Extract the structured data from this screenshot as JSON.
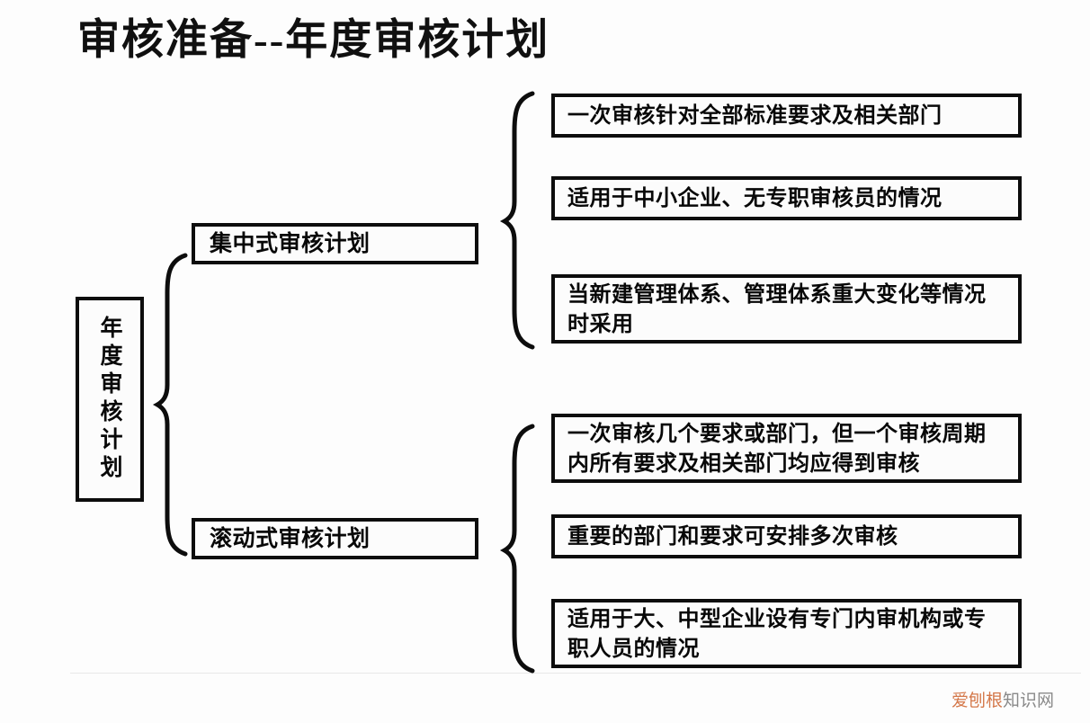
{
  "page": {
    "title": "审核准备--年度审核计划",
    "background_color": "#fdfdfd"
  },
  "diagram": {
    "type": "bracket-tree",
    "root": {
      "label": "年度审核计划",
      "orientation": "vertical"
    },
    "branches": [
      {
        "label": "集中式审核计划",
        "leaves": [
          "一次审核针对全部标准要求及相关部门",
          "适用于中小企业、无专职审核员的情况",
          "当新建管理体系、管理体系重大变化等情况时采用"
        ]
      },
      {
        "label": "滚动式审核计划",
        "leaves": [
          "一次审核几个要求或部门，但一个审核周期内所有要求及相关部门均应得到审核",
          "重要的部门和要求可安排多次审核",
          "适用于大、中型企业设有专门内审机构或专职人员的情况"
        ]
      }
    ],
    "connector_icon": "left-curly-brace-icon",
    "box_border_color": "#0d0d0d",
    "text_color": "#080808"
  },
  "watermark": {
    "text_primary": "爱刨根",
    "text_secondary": "知识网",
    "color_primary": "#d4784a",
    "color_secondary": "#8a8a8a"
  }
}
